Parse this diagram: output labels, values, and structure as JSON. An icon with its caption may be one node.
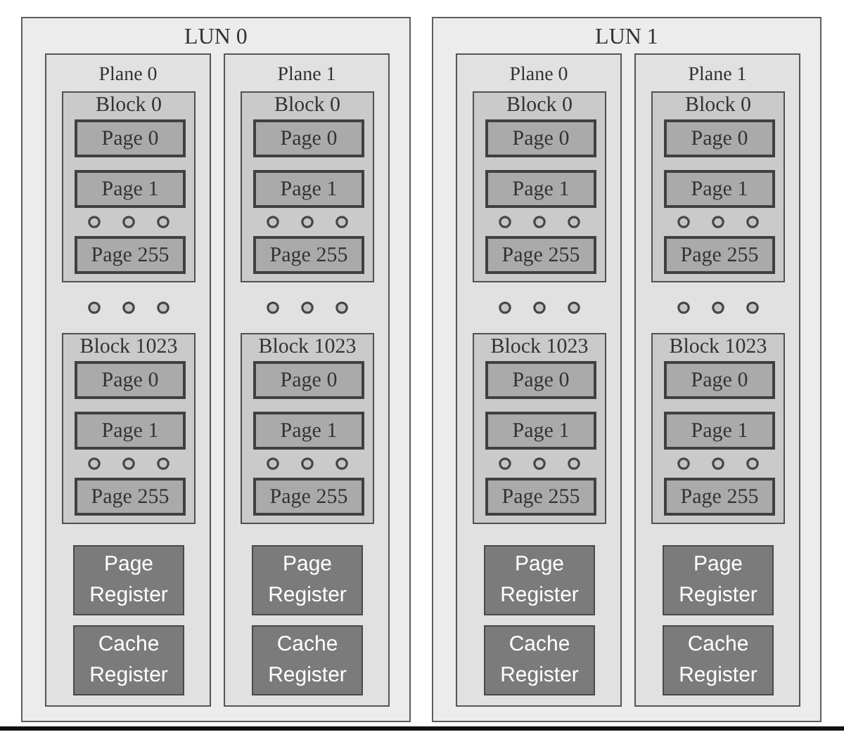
{
  "diagram": {
    "nodes": [
      {
        "text": [
          "LUN 0"
        ]
      },
      {
        "text": [
          "Plane 0"
        ],
        "in": 0
      },
      {
        "text": [
          "Block 0"
        ],
        "in": 1
      },
      {
        "text": [
          "Page 0"
        ],
        "in": 2
      },
      {
        "text": [
          "Page 1"
        ],
        "in": 2
      },
      {
        "text": [
          "Page 255"
        ],
        "in": 2
      },
      {
        "text": [
          "Block 1023"
        ],
        "in": 1
      },
      {
        "text": [
          "Page 0"
        ],
        "in": 6
      },
      {
        "text": [
          "Page 1"
        ],
        "in": 6
      },
      {
        "text": [
          "Page 255"
        ],
        "in": 6
      },
      {
        "text": [
          "Page Register"
        ],
        "in": 1
      },
      {
        "text": [
          "Cache Register"
        ],
        "in": 1
      },
      {
        "text": [
          "Plane 1"
        ],
        "in": 0
      },
      {
        "text": [
          "Block 0"
        ],
        "in": 12
      },
      {
        "text": [
          "Page 0"
        ],
        "in": 13
      },
      {
        "text": [
          "Page 1"
        ],
        "in": 13
      },
      {
        "text": [
          "Page 255"
        ],
        "in": 13
      },
      {
        "text": [
          "Block 1023"
        ],
        "in": 12
      },
      {
        "text": [
          "Page 0"
        ],
        "in": 17
      },
      {
        "text": [
          "Page 1"
        ],
        "in": 17
      },
      {
        "text": [
          "Page 255"
        ],
        "in": 17
      },
      {
        "text": [
          "Page Register"
        ],
        "in": 12
      },
      {
        "text": [
          "Cache Register"
        ],
        "in": 12
      },
      {
        "text": [
          "LUN 1"
        ]
      },
      {
        "text": [
          "Plane 0"
        ],
        "in": 23
      },
      {
        "text": [
          "Block 0"
        ],
        "in": 24
      },
      {
        "text": [
          "Page 0"
        ],
        "in": 25
      },
      {
        "text": [
          "Page 1"
        ],
        "in": 25
      },
      {
        "text": [
          "Page 255"
        ],
        "in": 25
      },
      {
        "text": [
          "Block 1023"
        ],
        "in": 24
      },
      {
        "text": [
          "Page 0"
        ],
        "in": 29
      },
      {
        "text": [
          "Page 1"
        ],
        "in": 29
      },
      {
        "text": [
          "Page 255"
        ],
        "in": 29
      },
      {
        "text": [
          "Page Register"
        ],
        "in": 24
      },
      {
        "text": [
          "Cache Register"
        ],
        "in": 24
      },
      {
        "text": [
          "Plane 1"
        ],
        "in": 23
      },
      {
        "text": [
          "Block 0"
        ],
        "in": 35
      },
      {
        "text": [
          "Page 0"
        ],
        "in": 36
      },
      {
        "text": [
          "Page 1"
        ],
        "in": 36
      },
      {
        "text": [
          "Page 255"
        ],
        "in": 36
      },
      {
        "text": [
          "Block 1023"
        ],
        "in": 35
      },
      {
        "text": [
          "Page 0"
        ],
        "in": 40
      },
      {
        "text": [
          "Page 1"
        ],
        "in": 40
      },
      {
        "text": [
          "Page 255"
        ],
        "in": 40
      },
      {
        "text": [
          "Page Register"
        ],
        "in": 35
      },
      {
        "text": [
          "Cache Register"
        ],
        "in": 35
      }
    ]
  }
}
